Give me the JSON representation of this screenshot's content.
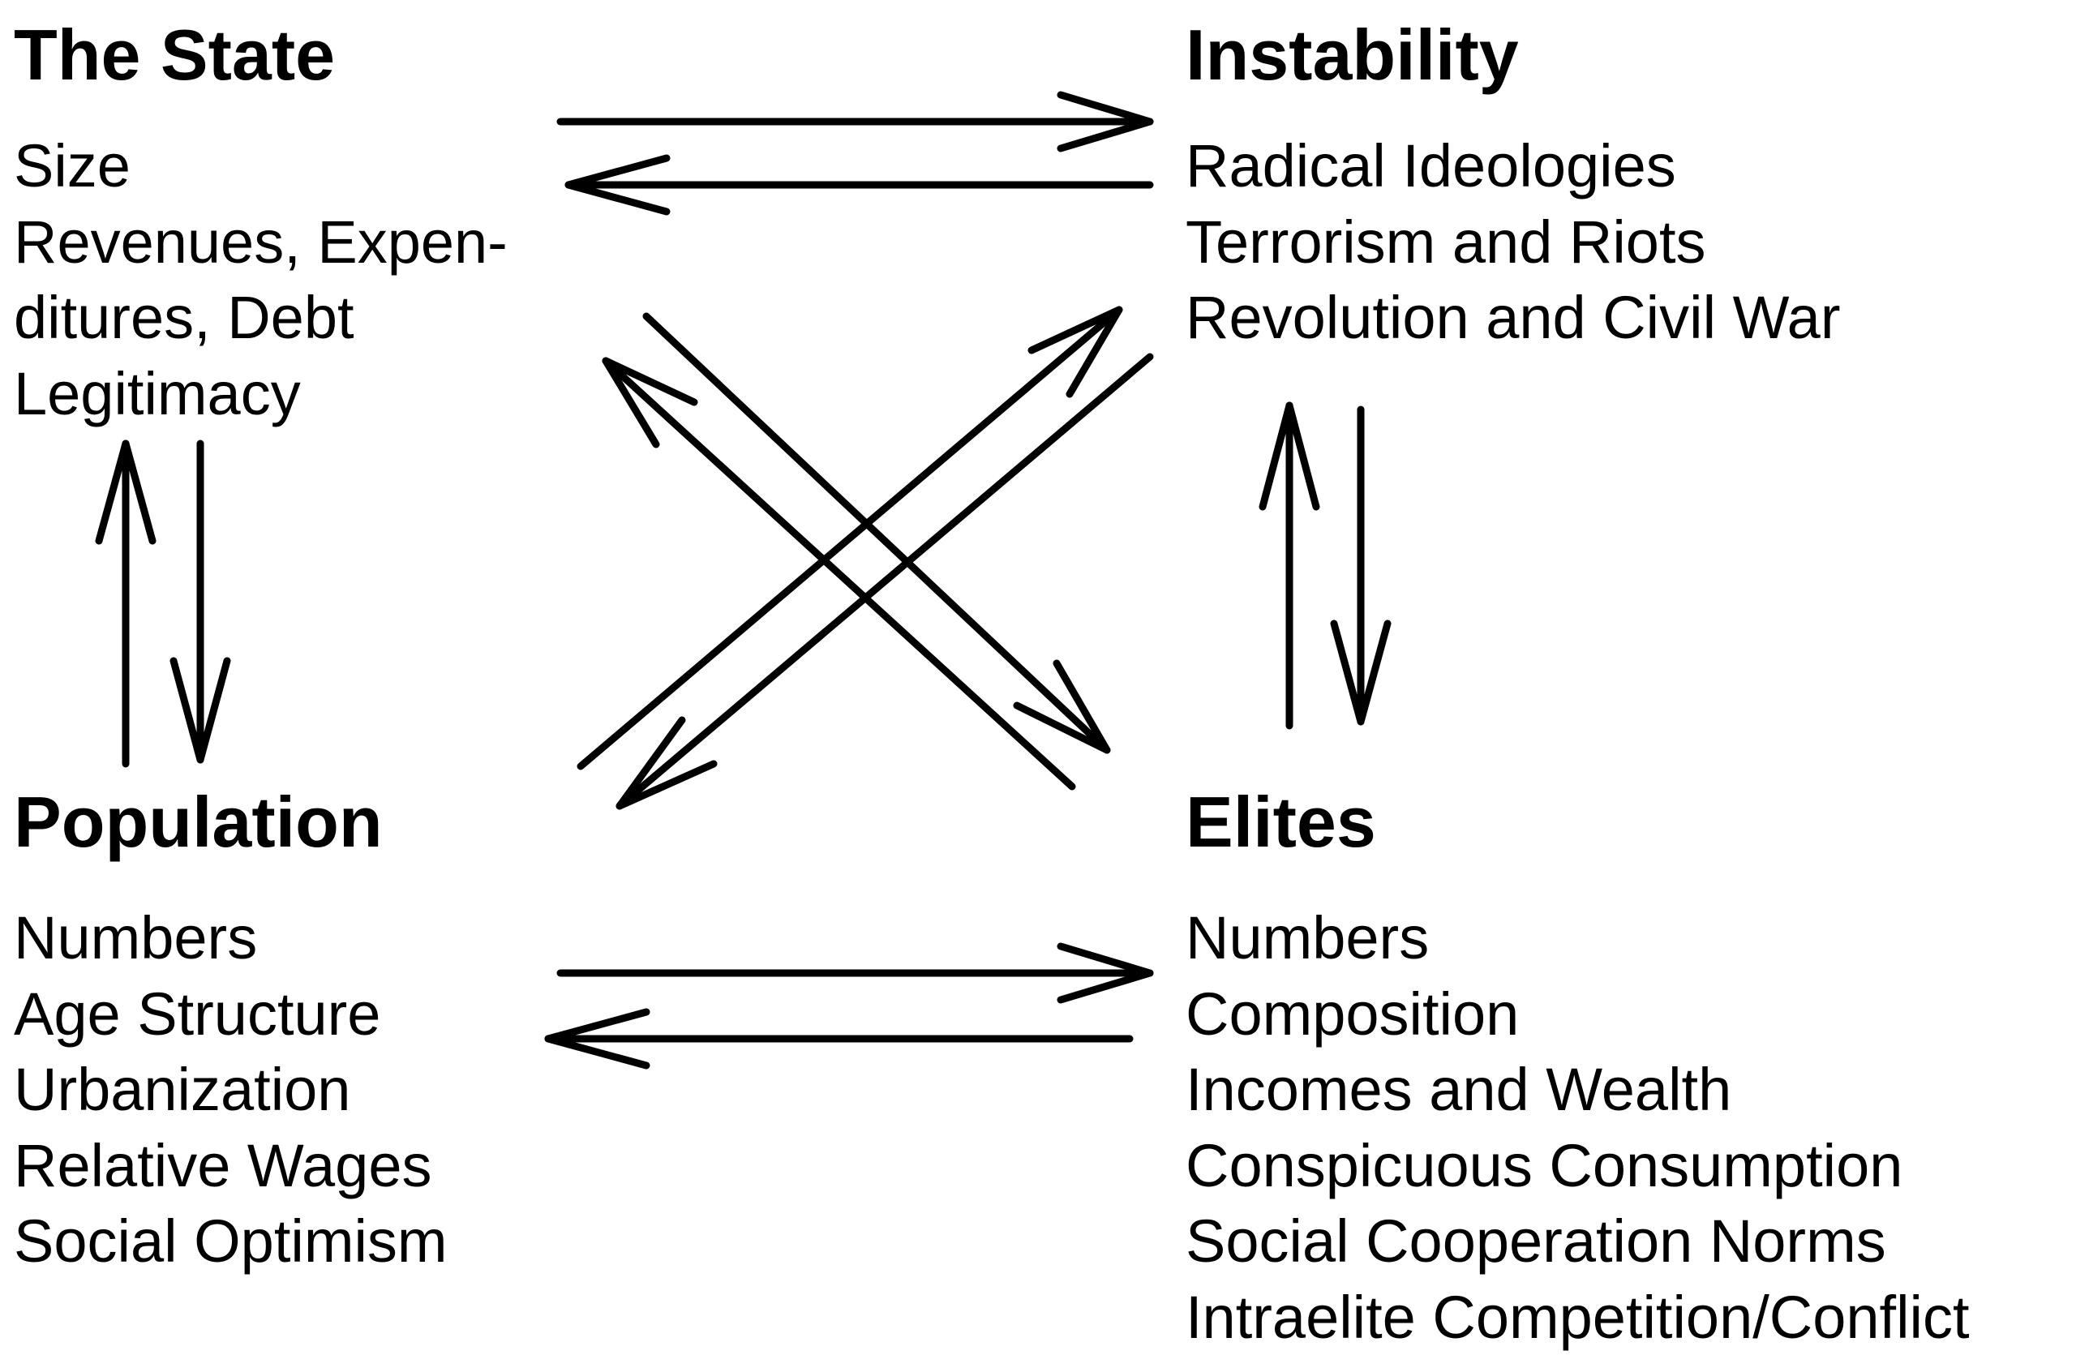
{
  "nodes": {
    "state": {
      "title": "The State",
      "items": [
        "Size",
        "Revenues, Expen-",
        "ditures, Debt",
        "Legitimacy"
      ]
    },
    "instability": {
      "title": "Instability",
      "items": [
        "Radical Ideologies",
        "Terrorism and Riots",
        "Revolution and Civil War"
      ]
    },
    "population": {
      "title": "Population",
      "items": [
        "Numbers",
        "Age Structure",
        "Urbanization",
        "Relative Wages",
        "Social Optimism"
      ]
    },
    "elites": {
      "title": "Elites",
      "items": [
        "Numbers",
        "Composition",
        "Incomes and Wealth",
        "Conspicuous Consumption",
        "Social Cooperation Norms",
        "Intraelite Competition/Conflict"
      ]
    }
  },
  "edges": [
    {
      "from": "The State",
      "to": "Instability"
    },
    {
      "from": "Instability",
      "to": "The State"
    },
    {
      "from": "Population",
      "to": "Elites"
    },
    {
      "from": "Elites",
      "to": "Population"
    },
    {
      "from": "Population",
      "to": "The State"
    },
    {
      "from": "The State",
      "to": "Population"
    },
    {
      "from": "Elites",
      "to": "Instability"
    },
    {
      "from": "Instability",
      "to": "Elites"
    },
    {
      "from": "Population",
      "to": "Instability"
    },
    {
      "from": "Instability",
      "to": "Population"
    },
    {
      "from": "The State",
      "to": "Elites"
    },
    {
      "from": "Elites",
      "to": "The State"
    }
  ]
}
